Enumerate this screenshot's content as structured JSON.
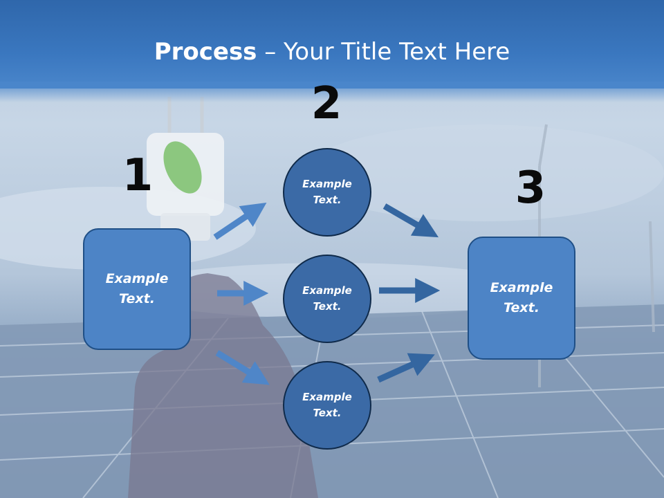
{
  "title": {
    "bold": "Process",
    "rest": " – Your Title Text Here"
  },
  "steps": {
    "one": "1",
    "two": "2",
    "three": "3"
  },
  "left_box": {
    "text": "Example Text."
  },
  "right_box": {
    "text": "Example Text."
  },
  "circles": [
    {
      "text": "Example Text."
    },
    {
      "text": "Example Text."
    },
    {
      "text": "Example Text."
    }
  ],
  "colors": {
    "title_bar": "#3a77bf",
    "box_fill": "#4d84c6",
    "circle_fill": "#3b6aa6",
    "arrow_light": "#4f86c8",
    "arrow_dark": "#3466a0"
  },
  "icons": {
    "arrow": "arrow-icon"
  }
}
